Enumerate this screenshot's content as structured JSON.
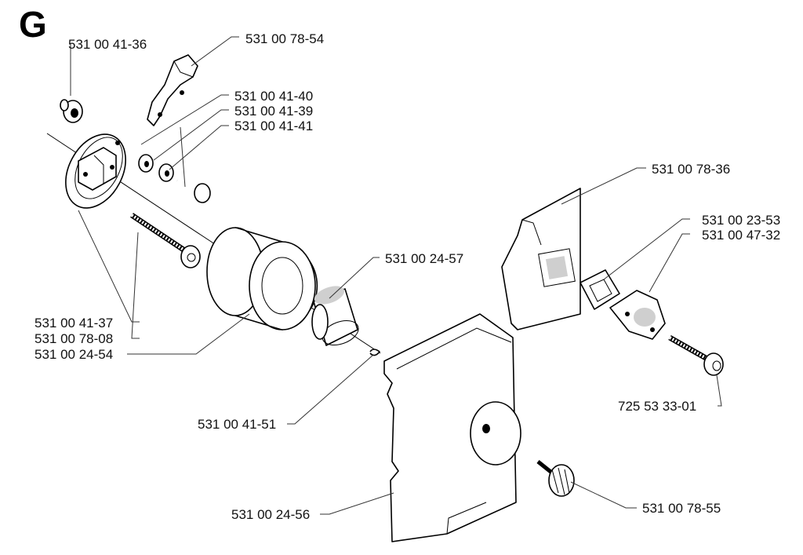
{
  "section": {
    "letter": "G"
  },
  "parts": {
    "p_531_00_41_36": "531 00 41-36",
    "p_531_00_78_54": "531 00 78-54",
    "p_531_00_41_40": "531 00 41-40",
    "p_531_00_41_39": "531 00 41-39",
    "p_531_00_41_41": "531 00 41-41",
    "p_531_00_78_36": "531 00 78-36",
    "p_531_00_23_53": "531 00 23-53",
    "p_531_00_47_32": "531 00 47-32",
    "p_531_00_24_57": "531 00 24-57",
    "p_531_00_41_37": "531 00 41-37",
    "p_531_00_78_08": "531 00 78-08",
    "p_531_00_24_54": "531 00 24-54",
    "p_725_53_33_01": "725 53 33-01",
    "p_531_00_41_51": "531 00 41-51",
    "p_531_00_24_56": "531 00 24-56",
    "p_531_00_78_55": "531 00 78-55"
  }
}
